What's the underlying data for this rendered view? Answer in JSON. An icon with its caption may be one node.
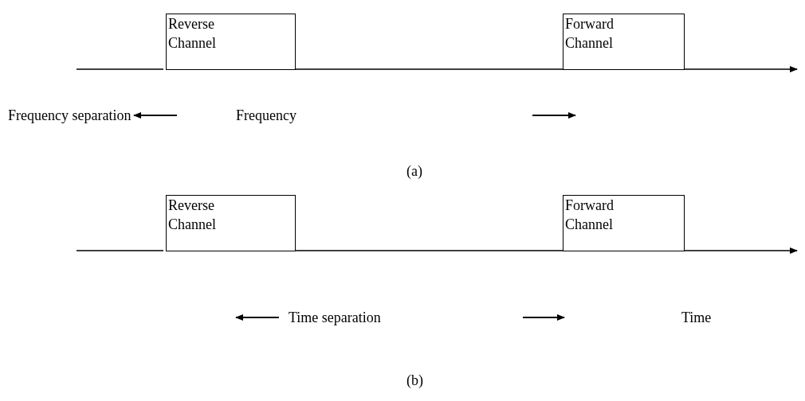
{
  "diagram": {
    "nodes": [
      {
        "text": [
          "Reverse Channel"
        ]
      },
      {
        "text": [
          "Forward Channel"
        ]
      },
      {
        "text": [
          "Reverse Channel"
        ]
      },
      {
        "text": [
          "Forward Channel"
        ]
      }
    ],
    "edges": [],
    "labels": [
      "Frequency separation",
      "Frequency",
      "(a)",
      "Time separation",
      "Time",
      "(b)"
    ]
  }
}
